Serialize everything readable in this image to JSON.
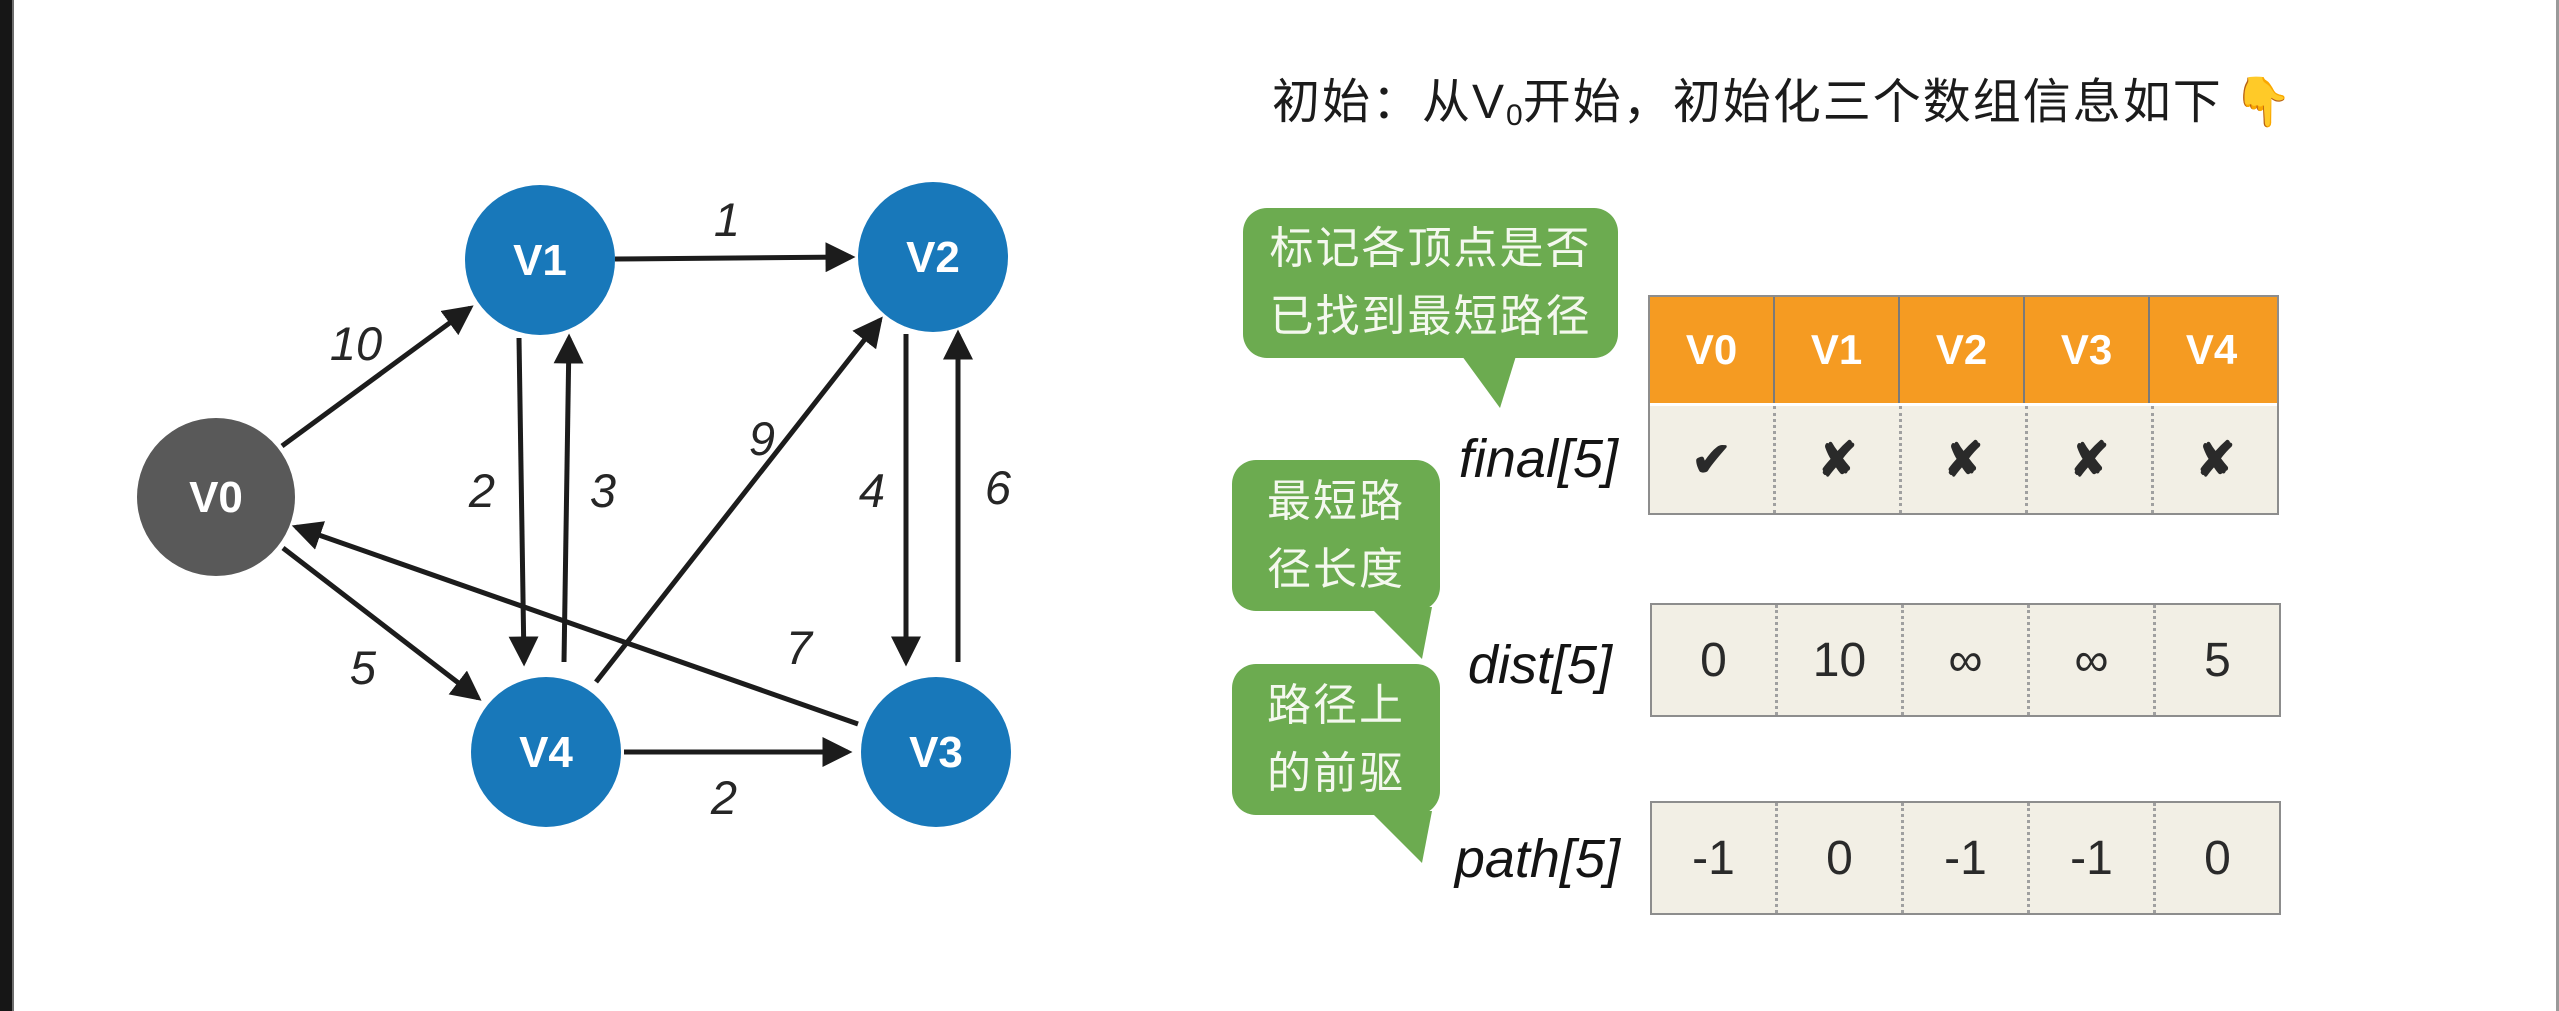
{
  "title": {
    "prefix": "初始：从V",
    "subscript": "0",
    "suffix": "开始，初始化三个数组信息如下",
    "emoji": "👇"
  },
  "graph": {
    "nodes": [
      {
        "id": "V0",
        "label": "V0",
        "color": "#595959"
      },
      {
        "id": "V1",
        "label": "V1",
        "color": "#1878ba"
      },
      {
        "id": "V2",
        "label": "V2",
        "color": "#1878ba"
      },
      {
        "id": "V3",
        "label": "V3",
        "color": "#1878ba"
      },
      {
        "id": "V4",
        "label": "V4",
        "color": "#1878ba"
      }
    ],
    "edges": [
      {
        "from": "V0",
        "to": "V1",
        "weight": "10"
      },
      {
        "from": "V1",
        "to": "V2",
        "weight": "1"
      },
      {
        "from": "V1",
        "to": "V4",
        "weight": "2"
      },
      {
        "from": "V4",
        "to": "V1",
        "weight": "3"
      },
      {
        "from": "V4",
        "to": "V2",
        "weight": "9"
      },
      {
        "from": "V2",
        "to": "V3",
        "weight": "4"
      },
      {
        "from": "V3",
        "to": "V2",
        "weight": "6"
      },
      {
        "from": "V0",
        "to": "V4",
        "weight": "5"
      },
      {
        "from": "V3",
        "to": "V0",
        "weight": "7"
      },
      {
        "from": "V4",
        "to": "V3",
        "weight": "2"
      }
    ]
  },
  "bubbles": [
    {
      "text": "标记各顶点是否\n已找到最短路径"
    },
    {
      "text": "最短路\n径长度"
    },
    {
      "text": "路径上\n的前驱"
    }
  ],
  "arrays": {
    "final": {
      "label": "final[5]",
      "headers": [
        "V0",
        "V1",
        "V2",
        "V3",
        "V4"
      ],
      "values": [
        "✔",
        "✘",
        "✘",
        "✘",
        "✘"
      ],
      "states": [
        "true",
        "false",
        "false",
        "false",
        "false"
      ]
    },
    "dist": {
      "label": "dist[5]",
      "values": [
        "0",
        "10",
        "∞",
        "∞",
        "5"
      ]
    },
    "path": {
      "label": "path[5]",
      "values": [
        "-1",
        "0",
        "-1",
        "-1",
        "0"
      ]
    }
  },
  "colors": {
    "node_blue": "#1878ba",
    "node_gray": "#595959",
    "bubble_green": "#6cab50",
    "header_orange": "#f59b22",
    "cell_cream": "#f2efe5",
    "check_gray": "#454545",
    "cross_red": "#e01111",
    "edge_black": "#1c1c1c"
  }
}
